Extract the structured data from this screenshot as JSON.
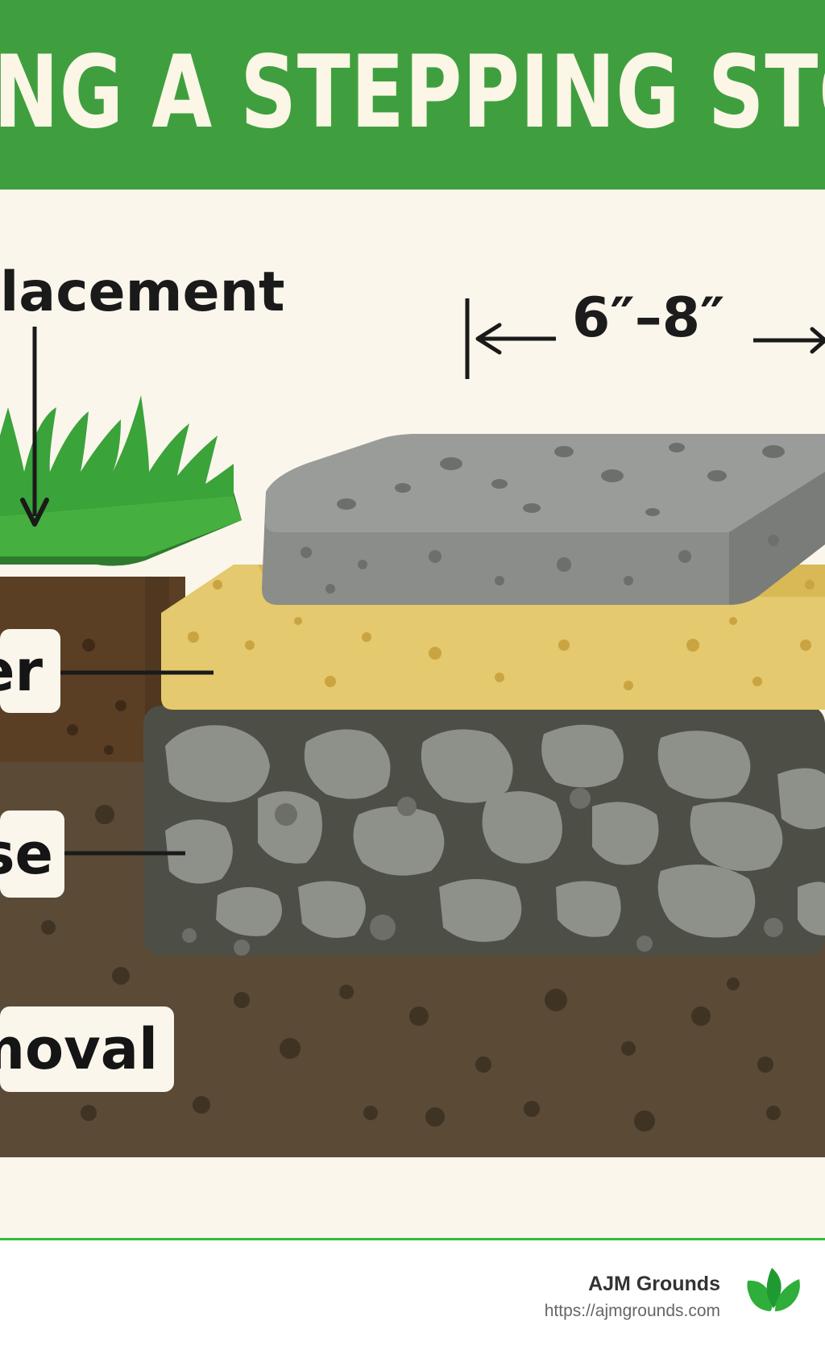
{
  "title": "NG A STEPPING STON",
  "dimension_label": "6″–8″",
  "annotations": {
    "placement": "lacement",
    "layer_1": "er",
    "layer_2": "se",
    "layer_3": "moval"
  },
  "footer": {
    "brand_name": "AJM Grounds",
    "brand_url": "https://ajmgrounds.com",
    "logo_icon": "leaf-logo-icon"
  },
  "colors": {
    "title_band": "#3f9f3f",
    "grass": "#3aa33a",
    "topsoil": "#5b3f24",
    "sand": "#e4c96e",
    "gravel": "#4d4f46",
    "subsoil": "#5a4a36",
    "stone": "#8b8d8a",
    "footer_rule": "#2fbf3a"
  }
}
